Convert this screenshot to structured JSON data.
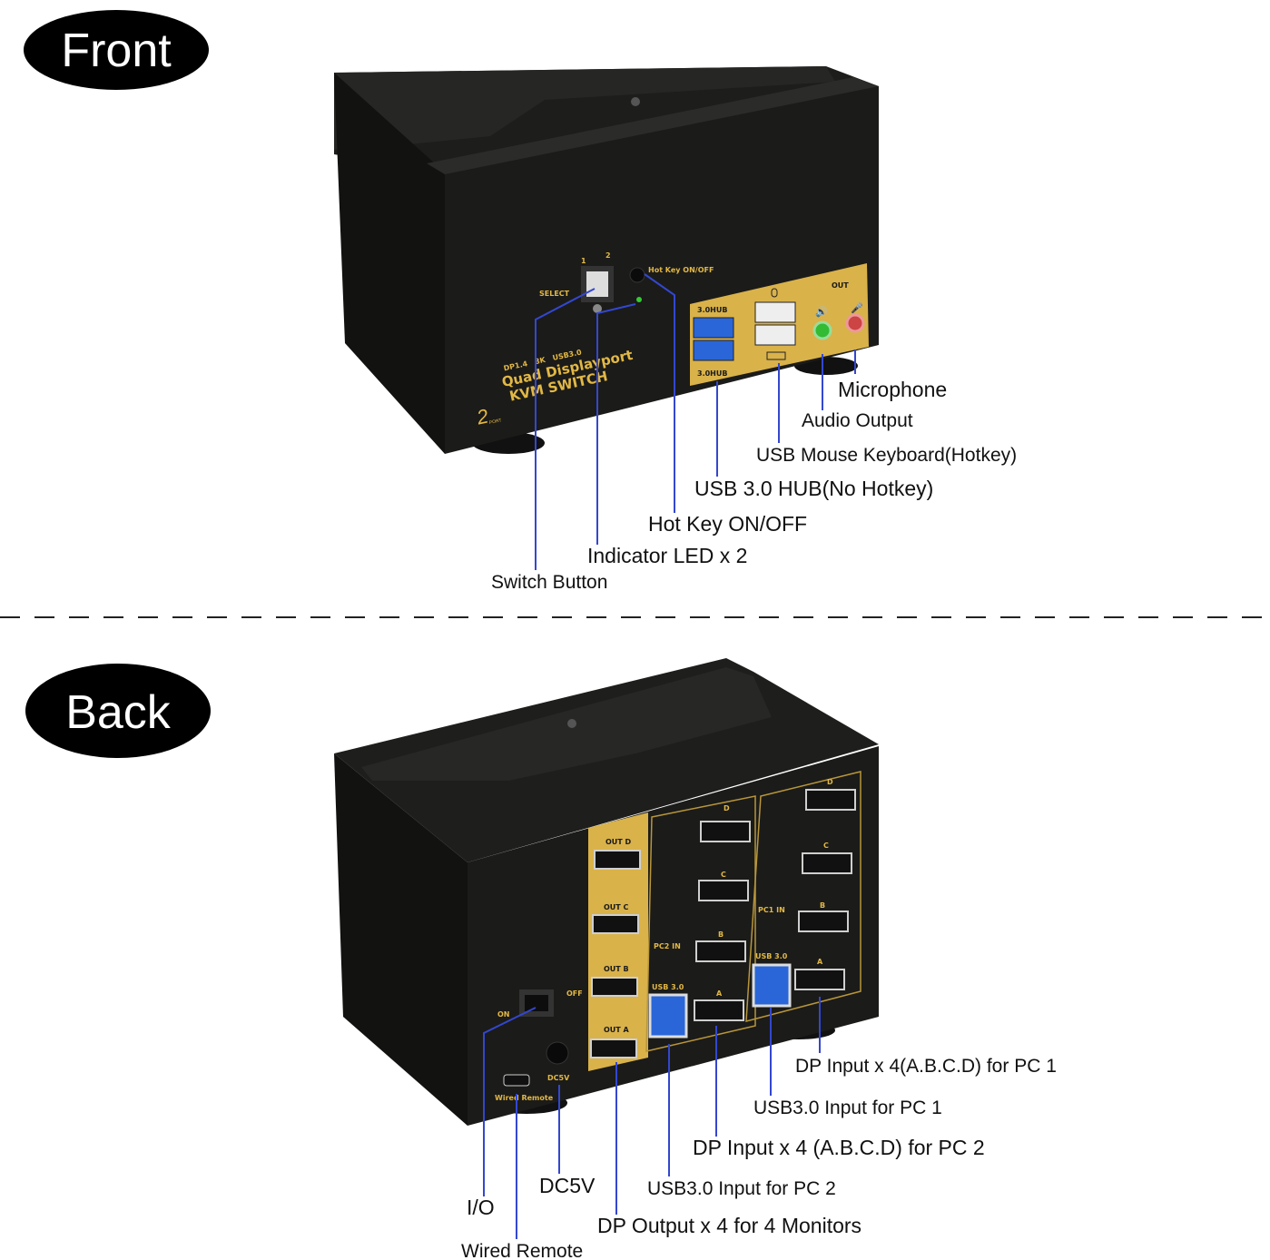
{
  "sections": {
    "front": {
      "title": "Front"
    },
    "back": {
      "title": "Back"
    }
  },
  "front_device": {
    "select": "SELECT",
    "port_numbers": [
      "1",
      "2"
    ],
    "hotkey_button": "Hot Key ON/OFF",
    "hub_top": "3.0HUB",
    "hub_bottom": "3.0HUB",
    "out": "OUT",
    "badges": [
      "DP1.4",
      "8K",
      "USB3.0"
    ],
    "brand_line1": "Quad Displayport",
    "brand_line2": "KVM SWITCH",
    "port_count": "2",
    "port_word": "PORT"
  },
  "front_labels": {
    "microphone": "Microphone",
    "audio_output": "Audio Output",
    "usb_mouse_keyboard": "USB Mouse Keyboard(Hotkey)",
    "usb_hub": "USB 3.0 HUB(No Hotkey)",
    "hot_key": "Hot Key ON/OFF",
    "indicator_led": "Indicator LED x 2",
    "switch_button": "Switch Button"
  },
  "back_device": {
    "on": "ON",
    "off": "OFF",
    "dc5v": "DC5V",
    "wired_remote": "Wired Remote",
    "out_ports": [
      "OUT D",
      "OUT C",
      "OUT B",
      "OUT A"
    ],
    "pc1_in": "PC1 IN",
    "pc2_in": "PC2 IN",
    "usb30": "USB 3.0",
    "port_letters": [
      "D",
      "C",
      "B",
      "A"
    ]
  },
  "back_labels": {
    "dp_input_pc1": "DP Input x 4(A.B.C.D) for PC 1",
    "usb_input_pc1": "USB3.0 Input for PC 1",
    "dp_input_pc2": "DP Input x 4 (A.B.C.D) for PC 2",
    "usb_input_pc2": "USB3.0 Input for PC 2",
    "dc5v": "DC5V",
    "io": "I/O",
    "dp_output": "DP Output x 4 for 4 Monitors",
    "wired_remote": "Wired Remote"
  },
  "colors": {
    "leader_line": "#3347cf",
    "device_body": "#1b1b1b",
    "panel_gold": "#d9b24a"
  }
}
